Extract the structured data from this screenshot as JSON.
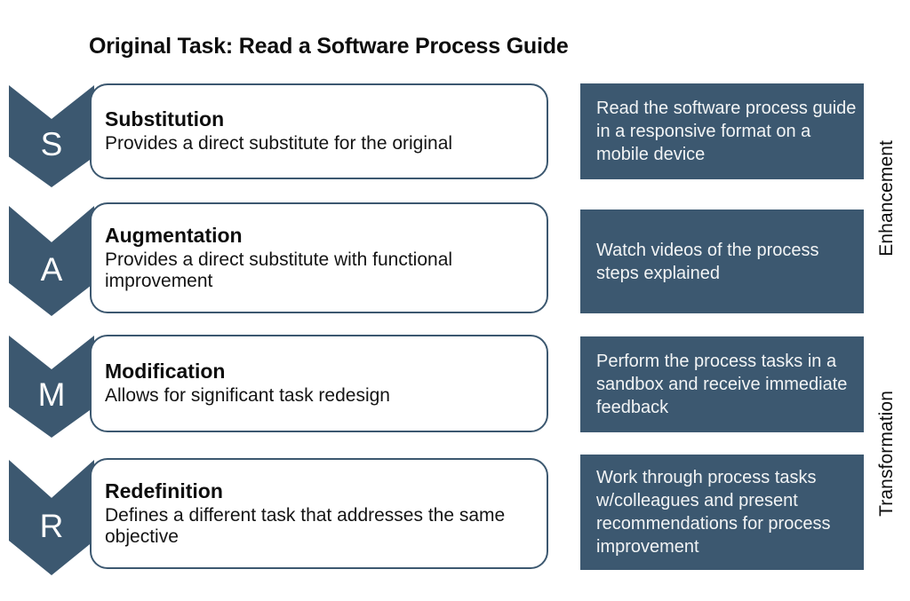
{
  "title": "Original Task: Read a Software Process Guide",
  "colors": {
    "accent": "#3c5870",
    "card_bg": "#ffffff",
    "card_border": "#3c5870",
    "example_text": "#f2f4f5",
    "page_bg": "#ffffff",
    "title_text": "#0d0d0d"
  },
  "levels": [
    {
      "letter": "S",
      "name": "Substitution",
      "description": "Provides a direct substitute for the original",
      "example": "Read the software process guide in a responsive format on a mobile device"
    },
    {
      "letter": "A",
      "name": "Augmentation",
      "description": "Provides a direct substitute with functional improvement",
      "example": "Watch videos of the process steps explained"
    },
    {
      "letter": "M",
      "name": "Modification",
      "description": "Allows for significant task redesign",
      "example": "Perform the process tasks in a sandbox and receive immediate feedback"
    },
    {
      "letter": "R",
      "name": "Redefinition",
      "description": "Defines a different task that addresses the same objective",
      "example": "Work through process tasks w/colleagues and present recommendations for process improvement"
    }
  ],
  "categories": [
    {
      "label": "Enhancement"
    },
    {
      "label": "Transformation"
    }
  ]
}
